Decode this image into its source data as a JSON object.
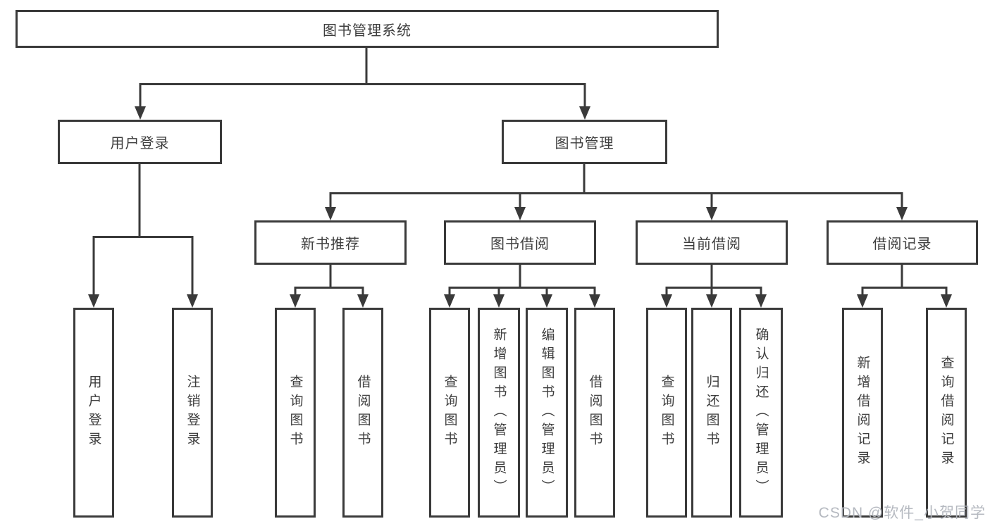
{
  "diagram": {
    "title": "图书管理系统",
    "children": [
      {
        "label": "用户登录",
        "children": [
          {
            "label": "用户登录"
          },
          {
            "label": "注销登录"
          }
        ]
      },
      {
        "label": "图书管理",
        "children": [
          {
            "label": "新书推荐",
            "children": [
              {
                "label": "查询图书"
              },
              {
                "label": "借阅图书"
              }
            ]
          },
          {
            "label": "图书借阅",
            "children": [
              {
                "label": "查询图书"
              },
              {
                "label": "新增图书（管理员）"
              },
              {
                "label": "编辑图书（管理员）"
              },
              {
                "label": "借阅图书"
              }
            ]
          },
          {
            "label": "当前借阅",
            "children": [
              {
                "label": "查询图书"
              },
              {
                "label": "归还图书"
              },
              {
                "label": "确认归还（管理员）"
              }
            ]
          },
          {
            "label": "借阅记录",
            "children": [
              {
                "label": "新增借阅记录"
              },
              {
                "label": "查询借阅记录"
              }
            ]
          }
        ]
      }
    ]
  },
  "watermark": {
    "text": "CSDN @软件_小贺同学"
  },
  "colors": {
    "line": "#3a3a3a",
    "text": "#3d3d3d",
    "background": "#ffffff",
    "watermark": "#b1b5bd"
  }
}
